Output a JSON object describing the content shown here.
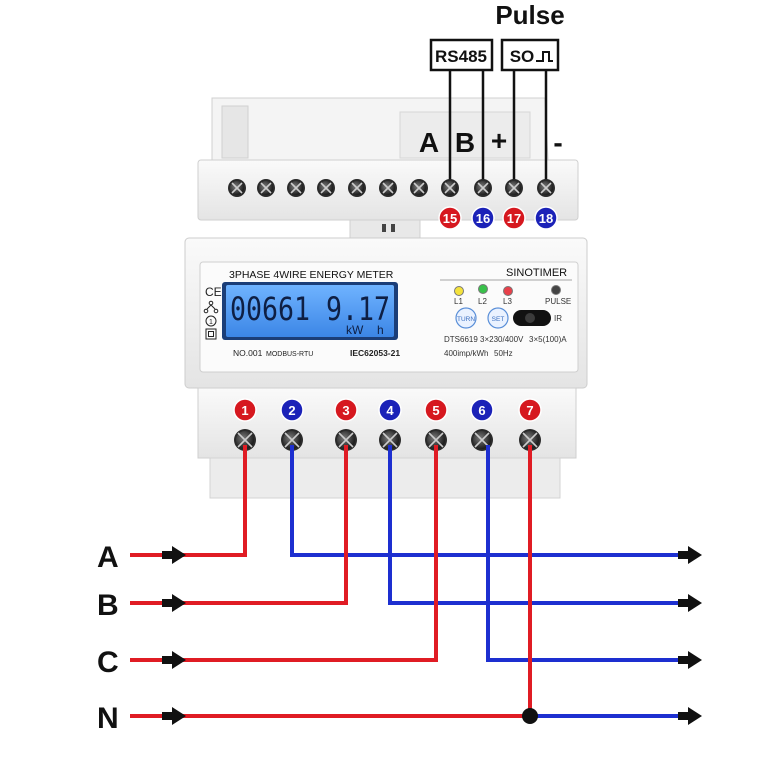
{
  "header": {
    "pulse_label": "Pulse",
    "rs485_label": "RS485",
    "so_label": "SO",
    "terminal_a": "A",
    "terminal_b": "B",
    "terminal_plus": "+",
    "terminal_minus": "-"
  },
  "top_terminals": [
    {
      "number": "15",
      "color": "#d6181f"
    },
    {
      "number": "16",
      "color": "#1b22b8"
    },
    {
      "number": "17",
      "color": "#d6181f"
    },
    {
      "number": "18",
      "color": "#1b22b8"
    }
  ],
  "meter": {
    "title": "3PHASE 4WIRE ENERGY METER",
    "brand": "SINOTIMER",
    "display_reading": "00661 9.17",
    "display_units": "kW h",
    "unit_kw": "kW",
    "unit_h": "h",
    "ce_mark": "CE",
    "circle_mark": "1",
    "led_l1": "L1",
    "led_l2": "L2",
    "led_l3": "L3",
    "pulse_led": "PULSE",
    "turn_button": "TURN",
    "set_button": "SET",
    "ir_label": "IR",
    "model": "DTS6619",
    "voltage": "3×230/400V",
    "current": "3×5(100)A",
    "constant": "400imp/kWh",
    "frequency": "50Hz",
    "serial": "NO.001",
    "protocol": "MODBUS-RTU",
    "standard": "IEC62053-21"
  },
  "bottom_terminals": [
    {
      "number": "1",
      "color": "#d6181f"
    },
    {
      "number": "2",
      "color": "#1b22b8"
    },
    {
      "number": "3",
      "color": "#d6181f"
    },
    {
      "number": "4",
      "color": "#1b22b8"
    },
    {
      "number": "5",
      "color": "#d6181f"
    },
    {
      "number": "6",
      "color": "#1b22b8"
    },
    {
      "number": "7",
      "color": "#d6181f"
    }
  ],
  "phases": [
    {
      "label": "A"
    },
    {
      "label": "B"
    },
    {
      "label": "C"
    },
    {
      "label": "N"
    }
  ],
  "colors": {
    "live_wire": "#e01c24",
    "load_wire": "#1d2fd0",
    "lcd": "#4f9cf0",
    "body": "#f2f2f2"
  }
}
